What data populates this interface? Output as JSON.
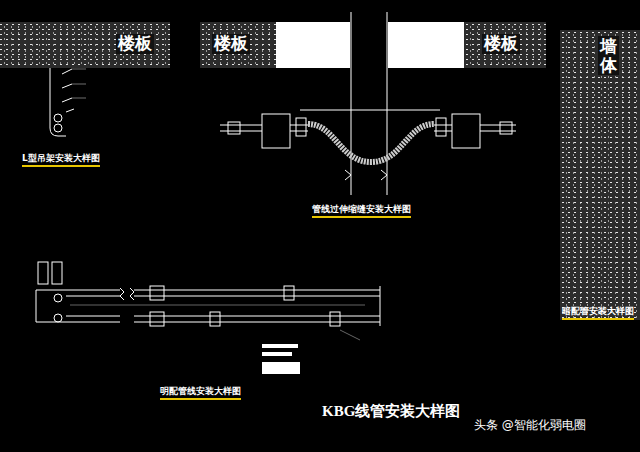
{
  "diagram": {
    "title": "KBG线管安装大样图",
    "nodes": [
      {
        "text": [
          "楼板"
        ]
      },
      {
        "text": [
          "楼板"
        ]
      },
      {
        "text": [
          "楼板"
        ]
      },
      {
        "text": [
          "墙体"
        ]
      }
    ],
    "labels": [
      "L型吊架安装大样图",
      "管线过伸缩缝安装大样图",
      "暗配管安装大样图",
      "明配管线安装大样图",
      "头条 @智能化弱电圈"
    ]
  }
}
